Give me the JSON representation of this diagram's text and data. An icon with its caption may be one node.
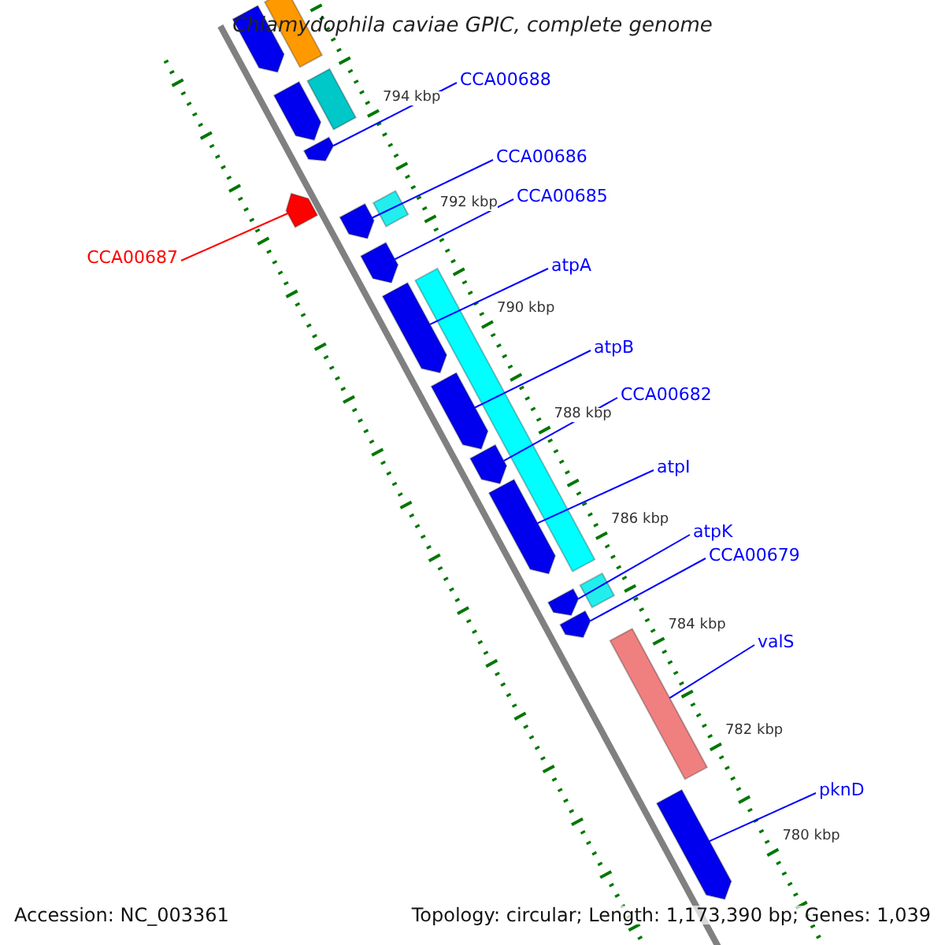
{
  "diagram": {
    "title": "Chlamydophila caviae GPIC, complete genome",
    "nodes": [
      {
        "text": [
          "CCA00688"
        ]
      },
      {
        "text": [
          "CCA00686"
        ]
      },
      {
        "text": [
          "CCA00685"
        ]
      },
      {
        "text": [
          "CCA00687"
        ]
      },
      {
        "text": [
          "atpA"
        ]
      },
      {
        "text": [
          "atpB"
        ]
      },
      {
        "text": [
          "CCA00682"
        ]
      },
      {
        "text": [
          "atpI"
        ]
      },
      {
        "text": [
          "atpK"
        ]
      },
      {
        "text": [
          "CCA00679"
        ]
      },
      {
        "text": [
          "valS"
        ]
      },
      {
        "text": [
          "pknD"
        ]
      },
      {
        "text": [],
        "shape": "arrow"
      },
      {
        "text": [],
        "shape": "arrow"
      },
      {
        "text": [],
        "shape": "arrow"
      },
      {
        "text": [],
        "shape": "arrow"
      },
      {
        "text": [],
        "shape": "arrow"
      },
      {
        "text": [],
        "shape": "arrow"
      },
      {
        "text": [],
        "shape": "arrow"
      },
      {
        "text": [],
        "shape": "arrow"
      },
      {
        "text": [],
        "shape": "arrow"
      },
      {
        "text": [],
        "shape": "arrow"
      },
      {
        "text": [],
        "shape": "bar"
      },
      {
        "text": [],
        "shape": "arrow"
      },
      {
        "text": [],
        "shape": "bar"
      },
      {
        "text": [],
        "shape": "bar"
      },
      {
        "text": [],
        "shape": "arrow"
      },
      {
        "text": [],
        "shape": "arrow"
      },
      {
        "text": [],
        "shape": "bar"
      },
      {
        "text": [],
        "shape": "bar"
      },
      {
        "text": [],
        "shape": "bar"
      }
    ],
    "edges": [
      {
        "from": 0,
        "to": 12,
        "arrow": "none"
      },
      {
        "from": 1,
        "to": 13,
        "arrow": "none"
      },
      {
        "from": 2,
        "to": 14,
        "arrow": "none"
      },
      {
        "from": 3,
        "to": 15,
        "arrow": "none",
        "color": "#ff0000"
      },
      {
        "from": 4,
        "to": 16,
        "arrow": "none"
      },
      {
        "from": 5,
        "to": 17,
        "arrow": "none"
      },
      {
        "from": 6,
        "to": 18,
        "arrow": "none"
      },
      {
        "from": 7,
        "to": 19,
        "arrow": "none"
      },
      {
        "from": 8,
        "to": 20,
        "arrow": "none"
      },
      {
        "from": 9,
        "to": 21,
        "arrow": "none"
      },
      {
        "from": 10,
        "to": 22,
        "arrow": "none"
      },
      {
        "from": 11,
        "to": 23,
        "arrow": "none"
      }
    ],
    "labels": [
      "794 kbp",
      "792 kbp",
      "790 kbp",
      "788 kbp",
      "786 kbp",
      "784 kbp",
      "782 kbp",
      "780 kbp",
      "Accession: NC_003361",
      "Topology: circular; Length: 1,173,390 bp; Genes: 1,039"
    ]
  }
}
